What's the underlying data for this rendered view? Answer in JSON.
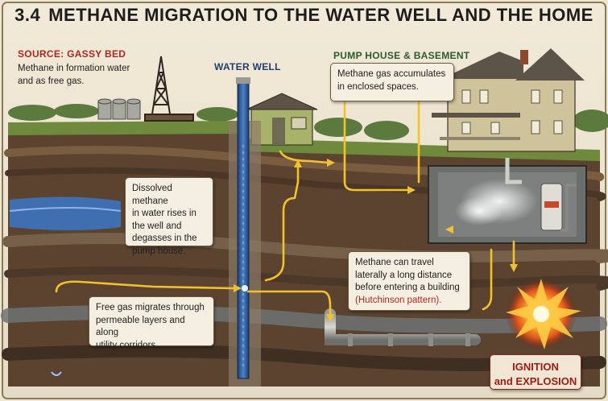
{
  "title": {
    "number": "3.4",
    "text": "METHANE MIGRATION TO THE WATER WELL AND THE HOME"
  },
  "labels": {
    "source": "SOURCE: GASSY BED",
    "water_well": "WATER WELL",
    "pump_house": "PUMP HOUSE & BASEMENT"
  },
  "notes": {
    "source_line1": "Methane in formation water",
    "source_line2": "and as free gas.",
    "pump_house_line1": "Methane gas accumulates",
    "pump_house_line2": "in enclosed spaces.",
    "dissolved_line1": "Dissolved methane",
    "dissolved_line2": "in water rises in",
    "dissolved_line3": "the well and",
    "dissolved_line4": "degasses in the",
    "dissolved_line5": "pump house.",
    "free_gas_line1": "Free gas migrates through",
    "free_gas_line2": "permeable layers and along",
    "free_gas_line3": "utility corridors.",
    "lateral_line1": "Methane can travel",
    "lateral_line2": "laterally a long distance",
    "lateral_line3": "before entering a building",
    "lateral_line4": "(Hutchinson pattern).",
    "ignition_line1": "IGNITION",
    "ignition_line2": "and EXPLOSION"
  },
  "colors": {
    "title_text": "#1d1d1d",
    "source_label": "#b3261e",
    "well_label": "#1f3f73",
    "pump_label": "#2e5a2a",
    "gas_arrow": "#f2c12e",
    "aquifer": "#3f6fb0",
    "soil": "#5b4330",
    "ignition_text": "#a11d14"
  },
  "icons": [
    "drilling-rig-icon",
    "storage-tank-icon",
    "pump-house-icon",
    "farmhouse-icon",
    "water-heater-icon",
    "explosion-icon"
  ]
}
